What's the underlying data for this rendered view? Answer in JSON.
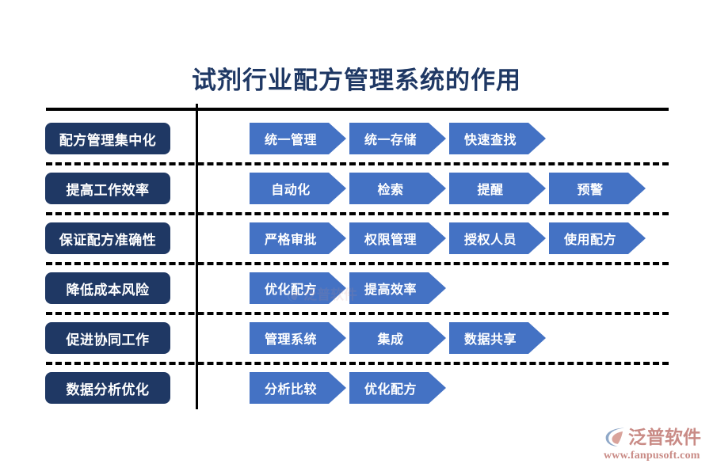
{
  "page": {
    "title": "试剂行业配方管理系统的作用",
    "background": "#ffffff",
    "title_color": "#1F3864",
    "label_color": "#1F3864",
    "chevron_color": "#4472C4",
    "line_color": "#000000",
    "logo_color": "#C98B86"
  },
  "rows": [
    {
      "label": "配方管理集中化",
      "steps": [
        {
          "text": "统一管理"
        },
        {
          "text": "统一存储"
        },
        {
          "text": "快速查找"
        }
      ]
    },
    {
      "label": "提高工作效率",
      "steps": [
        {
          "text": "自动化"
        },
        {
          "text": "检索"
        },
        {
          "text": "提醒"
        },
        {
          "text": "预警"
        }
      ]
    },
    {
      "label": "保证配方准确性",
      "steps": [
        {
          "text": "严格审批"
        },
        {
          "text": "权限管理"
        },
        {
          "text": "授权人员"
        },
        {
          "text": "使用配方"
        }
      ]
    },
    {
      "label": "降低成本风险",
      "steps": [
        {
          "text": "优化配方"
        },
        {
          "text": "提高效率"
        }
      ]
    },
    {
      "label": "促进协同工作",
      "steps": [
        {
          "text": "管理系统"
        },
        {
          "text": "集成"
        },
        {
          "text": "数据共享"
        }
      ]
    },
    {
      "label": "数据分析优化",
      "steps": [
        {
          "text": "分析比较"
        },
        {
          "text": "优化配方"
        }
      ]
    }
  ],
  "logo": {
    "name": "泛普软件",
    "url": "www.fanpusoft.com",
    "mark": "fanpu-swoosh-icon"
  }
}
